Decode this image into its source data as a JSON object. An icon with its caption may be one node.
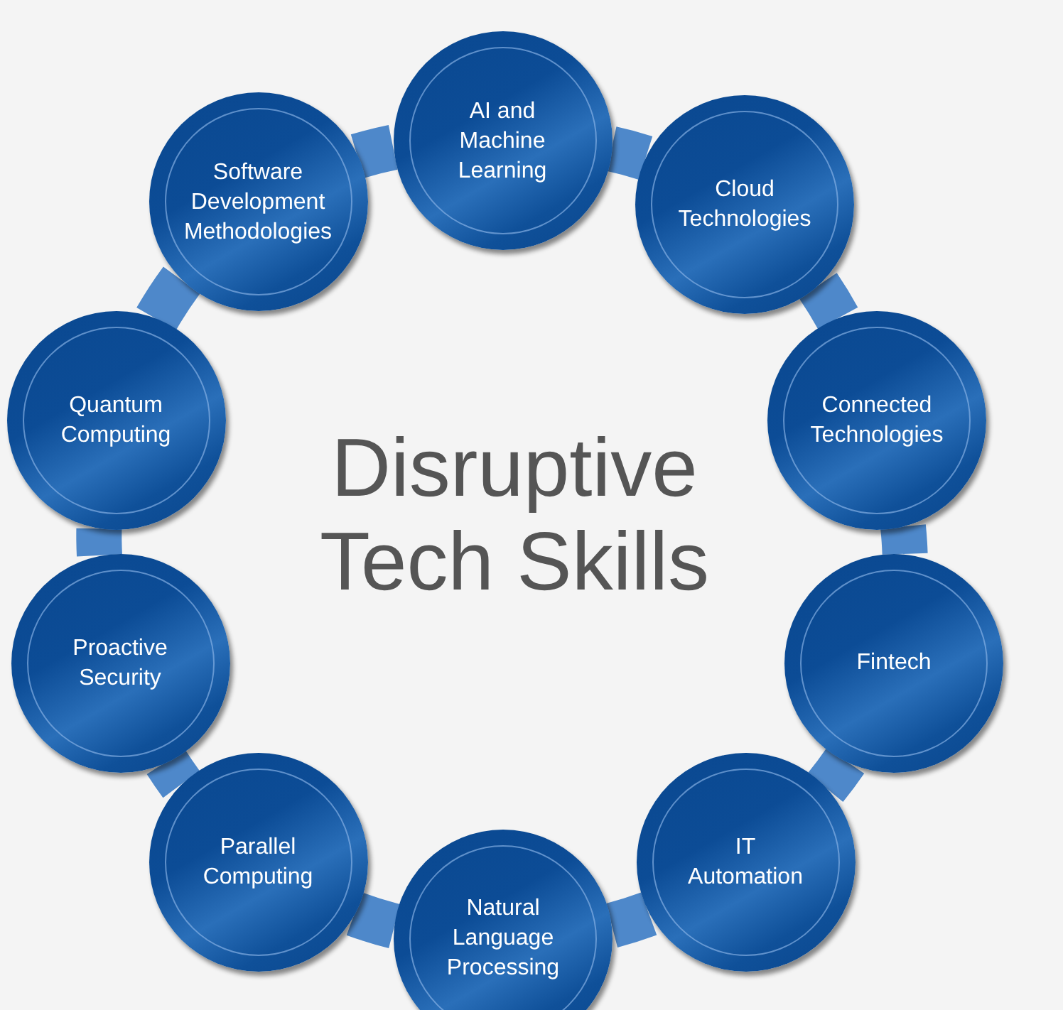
{
  "diagram": {
    "title": "Disruptive Tech Skills",
    "nodes": [
      {
        "text": [
          "AI and Machine Learning"
        ]
      },
      {
        "text": [
          "Cloud Technologies"
        ]
      },
      {
        "text": [
          "Connected Technologies"
        ]
      },
      {
        "text": [
          "Fintech"
        ]
      },
      {
        "text": [
          "IT Automation"
        ]
      },
      {
        "text": [
          "Natural Language Processing"
        ]
      },
      {
        "text": [
          "Parallel Computing"
        ]
      },
      {
        "text": [
          "Proactive Security"
        ]
      },
      {
        "text": [
          "Quantum Computing"
        ]
      },
      {
        "text": [
          "Software Development Methodologies"
        ]
      }
    ],
    "edges": [
      {
        "from": 0,
        "to": 1,
        "arrow": "none"
      },
      {
        "from": 1,
        "to": 2,
        "arrow": "none"
      },
      {
        "from": 2,
        "to": 3,
        "arrow": "none"
      },
      {
        "from": 3,
        "to": 4,
        "arrow": "none"
      },
      {
        "from": 4,
        "to": 5,
        "arrow": "none"
      },
      {
        "from": 5,
        "to": 6,
        "arrow": "none"
      },
      {
        "from": 6,
        "to": 7,
        "arrow": "none"
      },
      {
        "from": 7,
        "to": 8,
        "arrow": "none"
      },
      {
        "from": 8,
        "to": 9,
        "arrow": "none"
      },
      {
        "from": 9,
        "to": 0,
        "arrow": "none"
      }
    ]
  }
}
